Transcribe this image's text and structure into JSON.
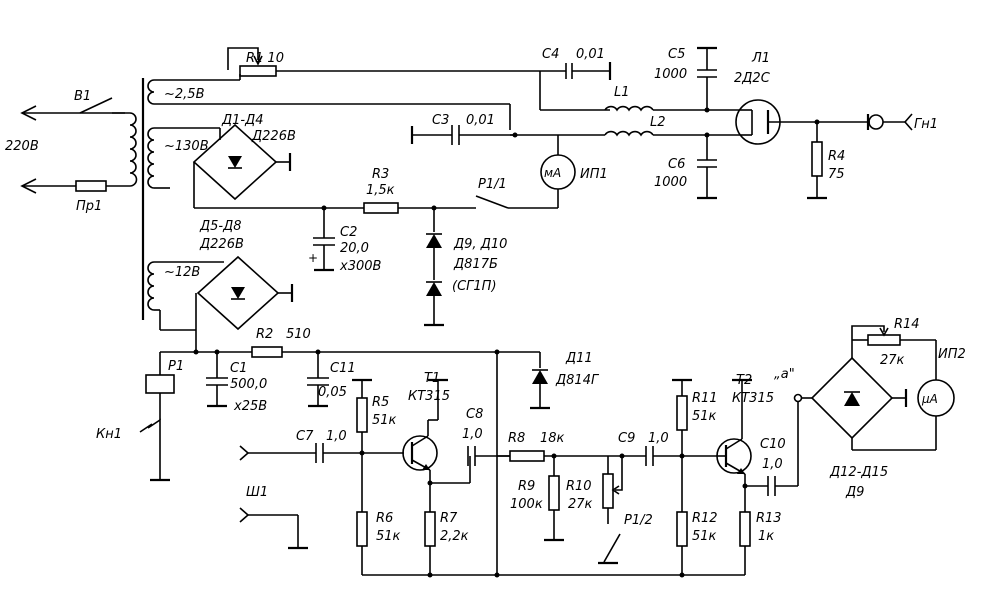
{
  "labels": {
    "mains": "220В",
    "switch_b1": "В1",
    "fuse": "Пр1",
    "winding_25": "~2,5В",
    "winding_130": "~130В",
    "winding_12": "~12В",
    "r1": "R1 10",
    "d1d4": "Д1-Д4",
    "d1d4_type": "Д226В",
    "d5d8": "Д5-Д8",
    "d5d8_type": "Д226В",
    "r3": "R3",
    "r3_val": "1,5к",
    "c2": "С2",
    "c2_val1": "20,0",
    "c2_val2": "х300В",
    "p11": "Р1/1",
    "d9d10": "Д9, Д10",
    "d817": "Д817Б",
    "sg1p": "(СГ1П)",
    "c4": "С4",
    "c4_val": "0,01",
    "c3": "С3",
    "c3_val": "0,01",
    "c5": "С5",
    "c5_val": "1000",
    "c6": "С6",
    "c6_val": "1000",
    "l1": "L1",
    "l2": "L2",
    "lamp": "Л1",
    "lamp_type": "2Д2С",
    "ma": "мА",
    "ip1": "ИП1",
    "r4": "R4",
    "r4_val": "75",
    "gn1": "Гн1",
    "r2": "R2",
    "r2_val": "510",
    "p1": "Р1",
    "c1": "С1",
    "c1_val1": "500,0",
    "c1_val2": "х25В",
    "c11": "С11",
    "c11_val": "0,05",
    "d11": "Д11",
    "d11_type": "Д814Г",
    "kn1": "Кн1",
    "c7": "С7",
    "c7_val": "1,0",
    "sh1": "Ш1",
    "r5": "R5",
    "r5_val": "51к",
    "r6": "R6",
    "r6_val": "51к",
    "t1": "Т1",
    "t1_type": "КТ315",
    "r7": "R7",
    "r7_val": "2,2к",
    "c8": "С8",
    "c8_val": "1,0",
    "r8": "R8",
    "r8_val": "18к",
    "r9": "R9",
    "r9_val": "100к",
    "r10": "R10",
    "r10_val": "27к",
    "c9": "С9",
    "c9_val": "1,0",
    "p12": "Р1/2",
    "r11": "R11",
    "r11_val": "51к",
    "r12": "R12",
    "r12_val": "51к",
    "t2": "Т2",
    "t2_type": "КТ315",
    "c10": "С10",
    "c10_val": "1,0",
    "r13": "R13",
    "r13_val": "1к",
    "point_a": "„а\"",
    "r14": "R14",
    "r14_val": "27к",
    "ua": "μА",
    "ip2": "ИП2",
    "d12d15": "Д12-Д15",
    "d9_type": "Д9"
  }
}
